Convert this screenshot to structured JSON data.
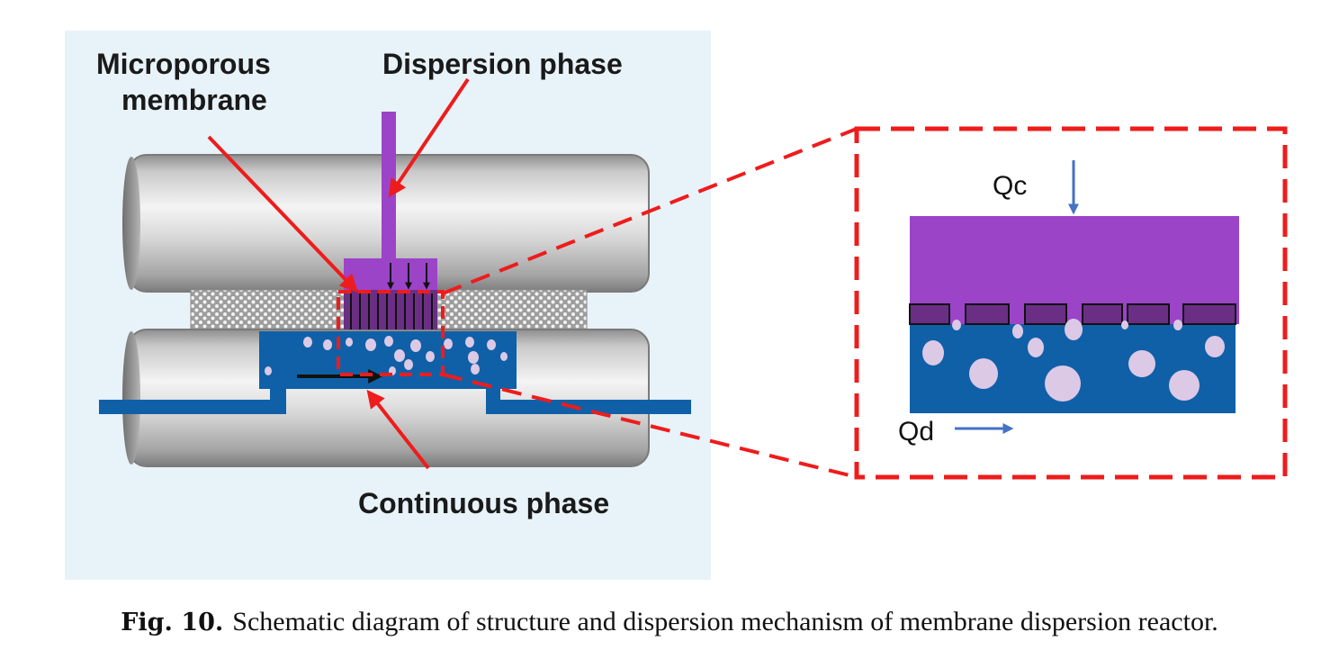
{
  "labels": {
    "microporous_membrane_line1": "Microporous",
    "microporous_membrane_line2": "membrane",
    "dispersion_phase": "Dispersion phase",
    "continuous_phase": "Continuous phase"
  },
  "inset": {
    "qc_label": "Qc",
    "qd_label": "Qd"
  },
  "caption": {
    "figure_number": "Fig. 10.",
    "text": "Schematic diagram of structure and dispersion mechanism of membrane dispersion reactor."
  },
  "colors": {
    "panel_background": "#e8f2f9",
    "dispersion_phase": "#9b44c8",
    "continuous_phase": "#1060a8",
    "callout_red": "#ee1c1c",
    "flow_arrow_blue": "#4472c4",
    "droplet": "#dcc9e6",
    "cylinder_gray": "#c7c7c7"
  }
}
